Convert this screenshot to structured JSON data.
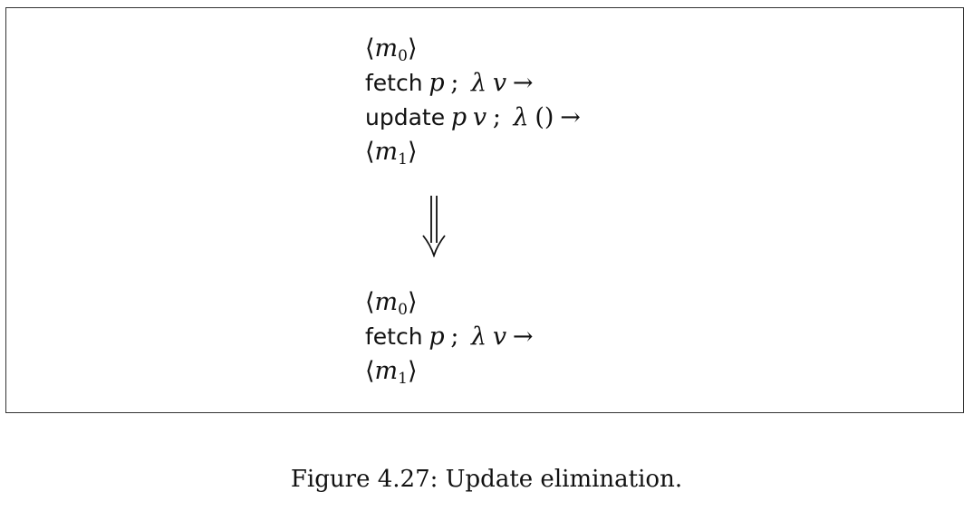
{
  "figure": {
    "before": {
      "state_start": {
        "open": "⟨",
        "name": "m",
        "index": "0",
        "close": "⟩"
      },
      "line_fetch": {
        "keyword": "fetch",
        "arg": "p",
        "sep": ";",
        "lambda": "λ",
        "var": "v",
        "arrow": "→"
      },
      "line_update": {
        "keyword": "update",
        "arg1": "p",
        "arg2": "v",
        "sep": ";",
        "lambda": "λ",
        "unit": "()",
        "arrow": "→"
      },
      "state_end": {
        "open": "⟨",
        "name": "m",
        "index": "1",
        "close": "⟩"
      }
    },
    "transform_arrow": "implies-down",
    "after": {
      "state_start": {
        "open": "⟨",
        "name": "m",
        "index": "0",
        "close": "⟩"
      },
      "line_fetch": {
        "keyword": "fetch",
        "arg": "p",
        "sep": ";",
        "lambda": "λ",
        "var": "v",
        "arrow": "→"
      },
      "state_end": {
        "open": "⟨",
        "name": "m",
        "index": "1",
        "close": "⟩"
      }
    },
    "caption": "Figure 4.27: Update elimination."
  }
}
